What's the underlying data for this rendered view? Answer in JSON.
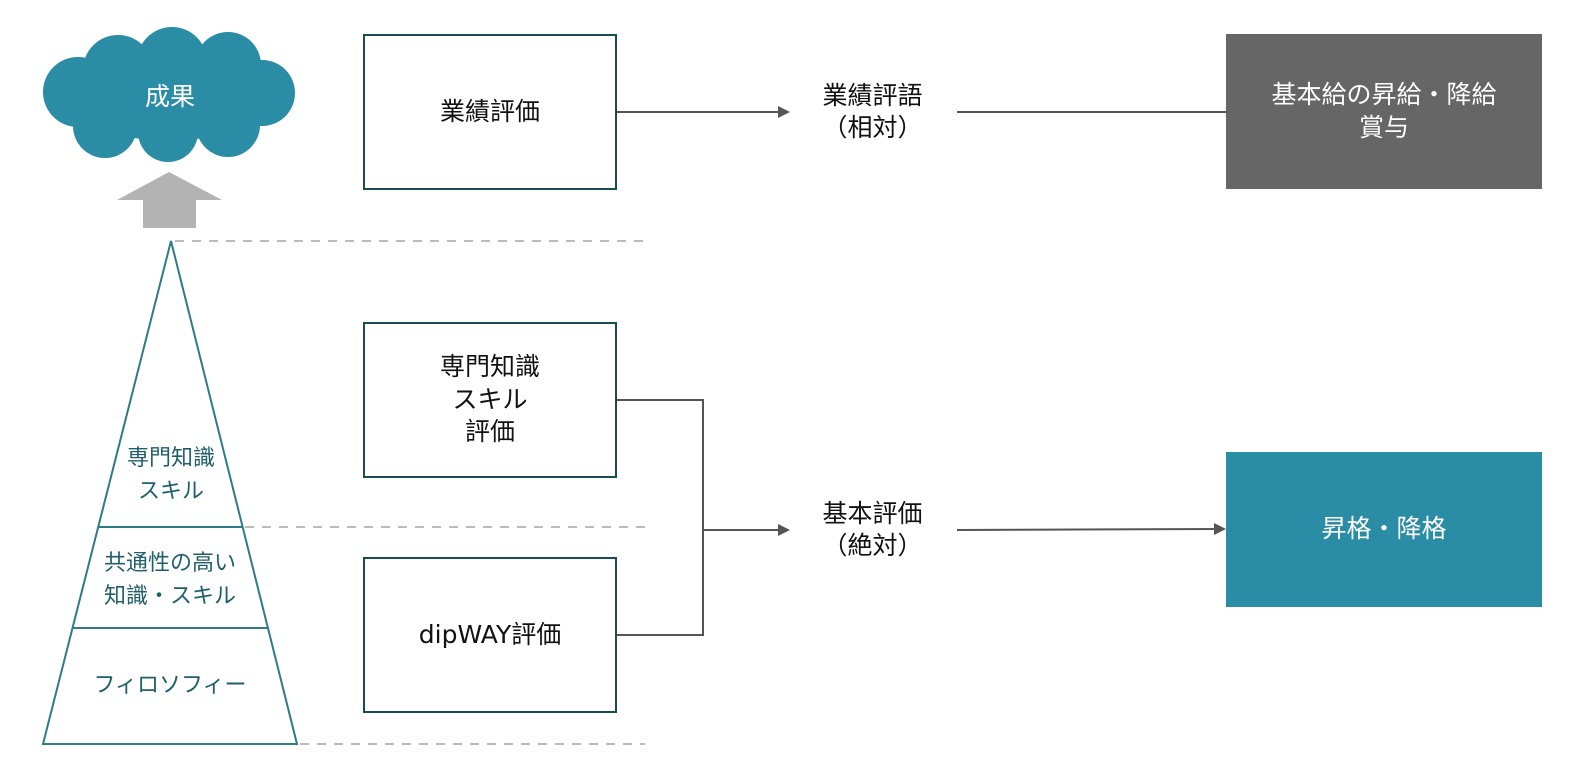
{
  "colors": {
    "teal": "#2a8ca5",
    "teal_dark": "#1f5f6a",
    "box_border": "#1a4a52",
    "dark_gray": "#666666",
    "arrow_gray": "#555555",
    "dash_gray": "#bbbbbb",
    "up_arrow": "#b3b3b3"
  },
  "cloud": {
    "label": "成果"
  },
  "pyramid": {
    "tiers": [
      {
        "label": "専門知識\nスキル"
      },
      {
        "label": "共通性の高い\n知識・スキル"
      },
      {
        "label": "フィロソフィー"
      }
    ]
  },
  "evaluations": {
    "performance": "業績評価",
    "expertise": "専門知識\nスキル\n評価",
    "dipway": "dipWAY評価"
  },
  "results": {
    "relative": "業績評語\n（相対）",
    "absolute": "基本評価\n（絶対）"
  },
  "outcomes": {
    "salary": "基本給の昇給・降給\n賞与",
    "grade": "昇格・降格"
  }
}
